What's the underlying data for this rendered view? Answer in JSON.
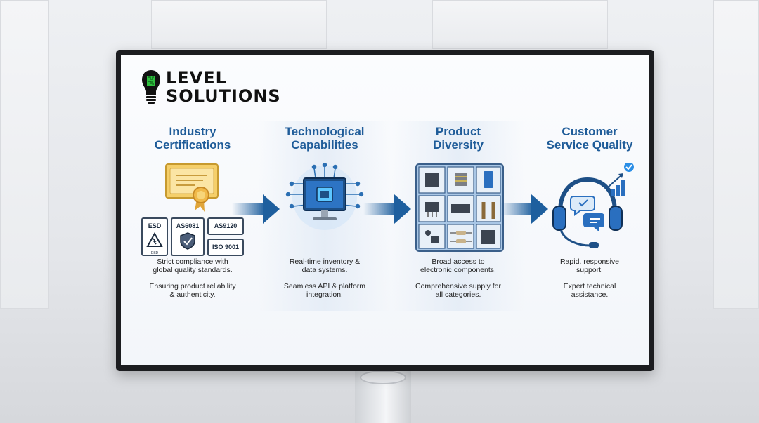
{
  "brand": {
    "line1": "LEVEL",
    "line2": "SOLUTIONS"
  },
  "columns": [
    {
      "title_line1": "Industry",
      "title_line2": "Certifications",
      "badges": [
        "ESD",
        "AS6081",
        "AS9120",
        "ISO 9001"
      ],
      "badge_small": "ESD",
      "desc": [
        "Strict compliance with",
        "global quality standards.",
        "Ensuring product reliability",
        "& authenticity."
      ]
    },
    {
      "title_line1": "Technological",
      "title_line2": "Capabilities",
      "desc": [
        "Real-time inventory &",
        "data systems.",
        "Seamless API & platform",
        "integration."
      ]
    },
    {
      "title_line1": "Product",
      "title_line2": "Diversity",
      "desc": [
        "Broad access to",
        "electronic components.",
        "Comprehensive supply for",
        "all categories."
      ]
    },
    {
      "title_line1": "Customer",
      "title_line2": "Service Quality",
      "desc": [
        "Rapid, responsive",
        "support.",
        "Expert technical",
        "assistance."
      ]
    }
  ],
  "colors": {
    "title": "#1f5c99",
    "arrow": "#1e5f9e",
    "gold": "#e7b94a",
    "bezel": "#1c1d20"
  },
  "icons": [
    "lightbulb-chip-icon",
    "certificate-icon",
    "chip-monitor-icon",
    "components-grid-icon",
    "headset-support-icon"
  ]
}
